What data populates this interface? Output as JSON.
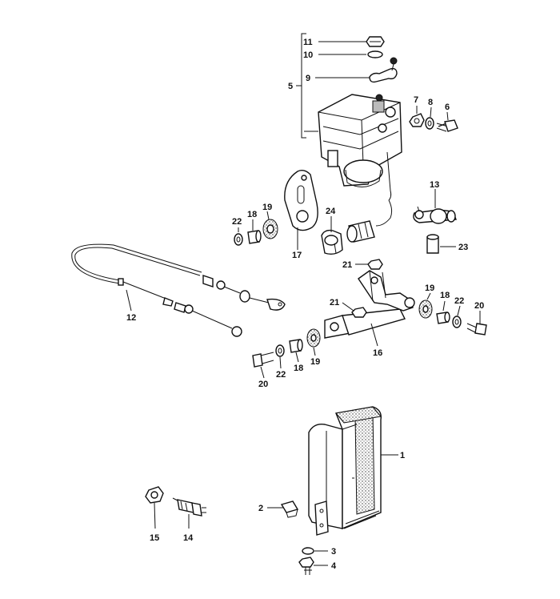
{
  "callouts": {
    "p1": "1",
    "p2": "2",
    "p3": "3",
    "p4": "4",
    "p5": "5",
    "p6": "6",
    "p7": "7",
    "p8": "8",
    "p9": "9",
    "p10": "10",
    "p11": "11",
    "p12": "12",
    "p13": "13",
    "p14": "14",
    "p15": "15",
    "p16": "16",
    "p17": "17",
    "p18a": "18",
    "p18b": "18",
    "p18c": "18",
    "p19a": "19",
    "p19b": "19",
    "p19c": "19",
    "p20a": "20",
    "p20b": "20",
    "p21a": "21",
    "p21b": "21",
    "p22a": "22",
    "p22b": "22",
    "p22c": "22",
    "p23": "23",
    "p24": "24"
  }
}
